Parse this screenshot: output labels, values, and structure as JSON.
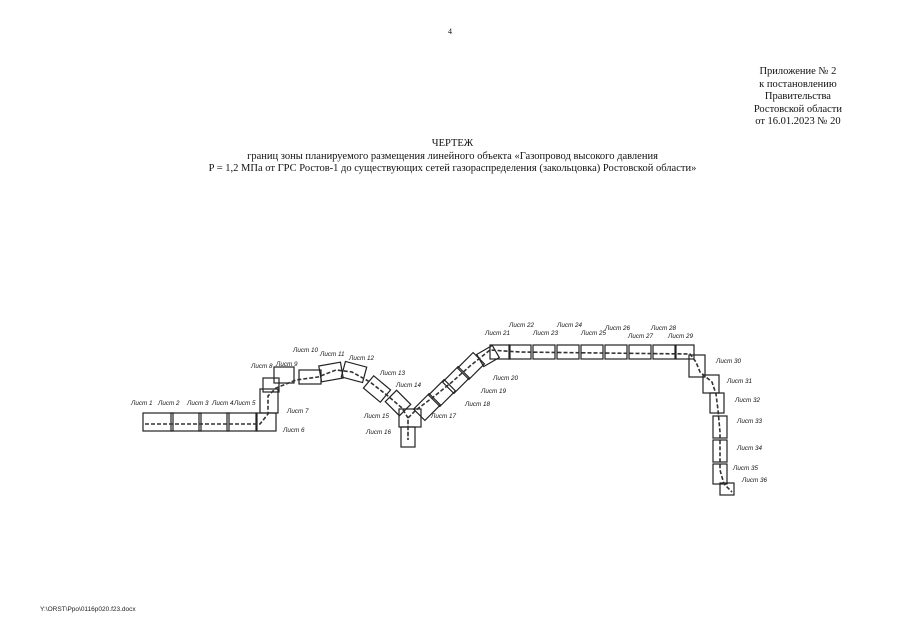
{
  "page_number": "4",
  "appendix": {
    "lines": [
      "Приложение № 2",
      "к постановлению",
      "Правительства",
      "Ростовской области",
      "от 16.01.2023 № 20"
    ]
  },
  "title": {
    "heading": "ЧЕРТЕЖ",
    "line1": "границ зоны планируемого размещения линейного объекта «Газопровод высокого давления",
    "line2": "P = 1,2 МПа от ГРС Ростов-1 до существующих сетей газораспределения (закольцовка) Ростовской области»"
  },
  "drawing": {
    "sheets": [
      "Лист 1",
      "Лист 2",
      "Лист 3",
      "Лист 4",
      "Лист 5",
      "Лист 6",
      "Лист 7",
      "Лист 8",
      "Лист 9",
      "Лист 10",
      "Лист 11",
      "Лист 12",
      "Лист 13",
      "Лист 14",
      "Лист 15",
      "Лист 16",
      "Лист 17",
      "Лист 18",
      "Лист 19",
      "Лист 20",
      "Лист 21",
      "Лист 22",
      "Лист 23",
      "Лист 24",
      "Лист 25",
      "Лист 26",
      "Лист 27",
      "Лист 28",
      "Лист 29",
      "Лист 30",
      "Лист 31",
      "Лист 32",
      "Лист 33",
      "Лист 34",
      "Лист 35",
      "Лист 36"
    ]
  },
  "footer": {
    "file_path": "Y:\\ORST\\Ppo\\0116p020.f23.docx"
  }
}
